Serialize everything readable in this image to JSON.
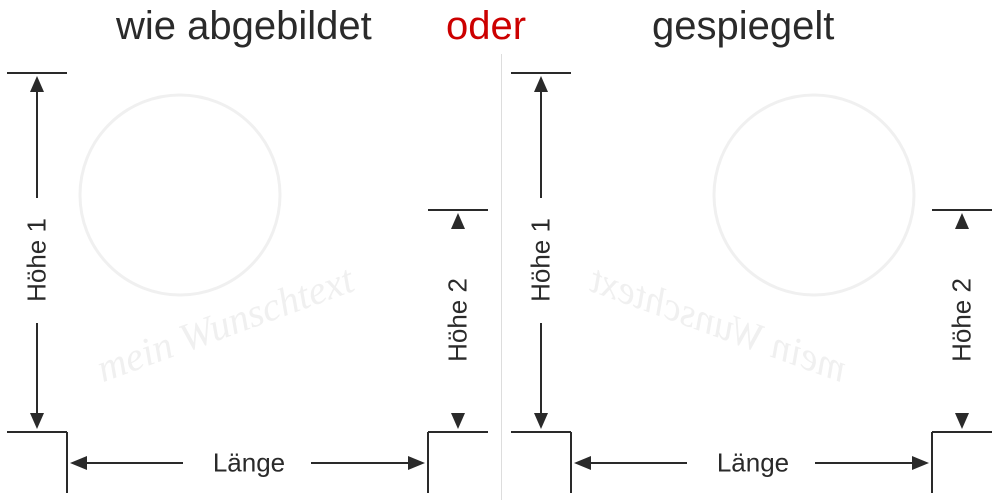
{
  "header": {
    "left_title": "wie abgebildet",
    "middle_word": "oder",
    "right_title": "gespiegelt",
    "middle_color": "#cc0000"
  },
  "panels": [
    {
      "name": "as-shown",
      "height1_label": "Höhe 1",
      "height2_label": "Höhe 2",
      "length_label": "Länge",
      "watermark_text": "mein Wunschtext"
    },
    {
      "name": "mirrored",
      "height1_label": "Höhe 1",
      "height2_label": "Höhe 2",
      "length_label": "Länge",
      "watermark_text": "mein Wunschtext"
    }
  ],
  "colors": {
    "line": "#2a2a2a",
    "divider": "#dddddd",
    "watermark": "#f0f0f0"
  }
}
